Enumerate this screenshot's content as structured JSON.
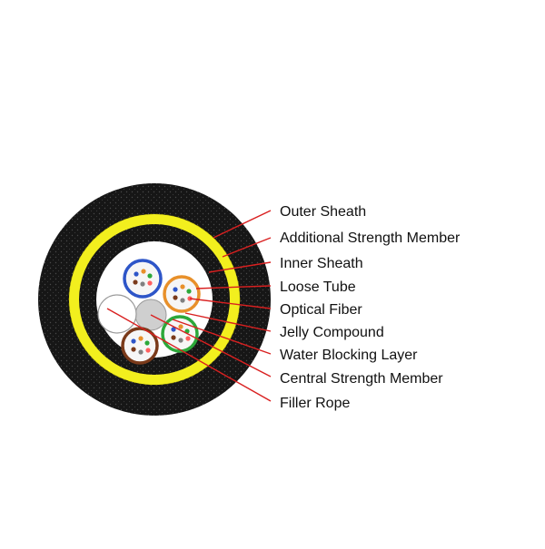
{
  "labels": [
    "Outer Sheath",
    "Additional Strength Member",
    "Inner Sheath",
    "Loose Tube",
    "Optical Fiber",
    "Jelly Compound",
    "Water Blocking Layer",
    "Central Strength Member",
    "Filler Rope"
  ],
  "colors": {
    "sheath": "#1a1a1a",
    "strength_member": "#f2ef1e",
    "leader_line": "#d92020",
    "tube_blue": "#2d55c8",
    "tube_orange": "#e8902a",
    "tube_green": "#2ca83a",
    "tube_brown": "#7a3a1a",
    "filler": "#ffffff",
    "central_member": "#cfcfcf"
  }
}
